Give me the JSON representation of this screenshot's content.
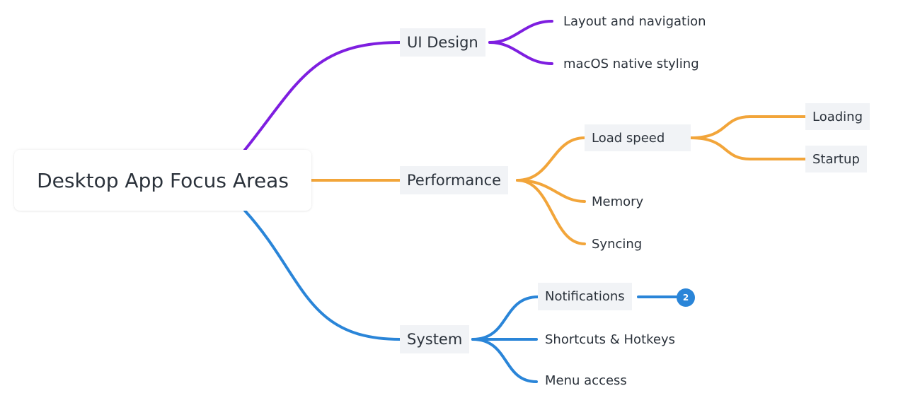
{
  "colors": {
    "ui_design": "#7e1ee0",
    "performance": "#f2a53a",
    "system": "#2a85d8",
    "text": "#2b323b",
    "node_bg": "#f1f3f6"
  },
  "root": {
    "label": "Desktop App Focus Areas"
  },
  "branches": [
    {
      "label": "UI Design",
      "children": [
        {
          "label": "Layout and navigation"
        },
        {
          "label": "macOS native styling"
        }
      ]
    },
    {
      "label": "Performance",
      "children": [
        {
          "label": "Load speed",
          "children": [
            {
              "label": "Loading"
            },
            {
              "label": "Startup"
            }
          ]
        },
        {
          "label": "Memory"
        },
        {
          "label": "Syncing"
        }
      ]
    },
    {
      "label": "System",
      "children": [
        {
          "label": "Notifications",
          "collapsed_count": "2"
        },
        {
          "label": "Shortcuts & Hotkeys"
        },
        {
          "label": "Menu access"
        }
      ]
    }
  ]
}
